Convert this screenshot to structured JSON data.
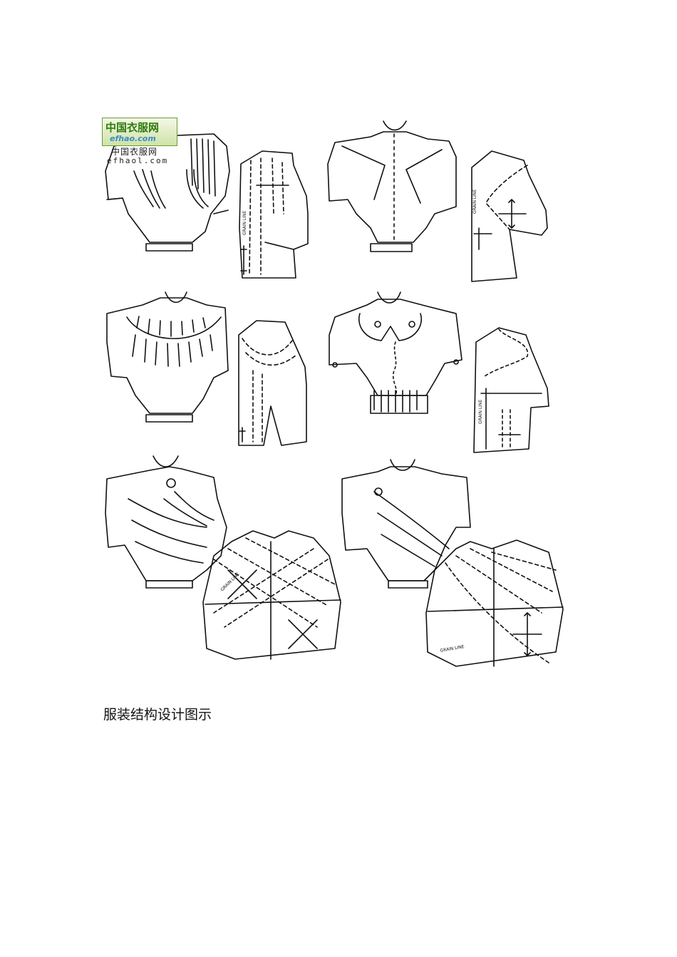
{
  "watermark": {
    "logo_title": "中国衣服网",
    "logo_url": "efhao.com",
    "overlay_text_cn": "中国衣服网",
    "overlay_text_url": "efhaol.com"
  },
  "pattern_labels": {
    "grain_line": "GRAIN LINE"
  },
  "caption": "服装结构设计图示"
}
